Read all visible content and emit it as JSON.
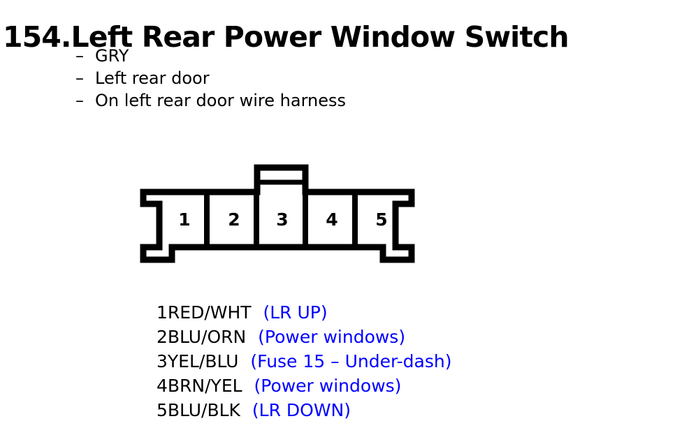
{
  "title": "154.Left Rear Power Window Switch",
  "attributes": [
    {
      "bullet": "–",
      "text": "GRY"
    },
    {
      "bullet": "–",
      "text": "Left rear door"
    },
    {
      "bullet": "–",
      "text": "On left rear door wire harness"
    }
  ],
  "connector": {
    "pin_count": 5,
    "pins": [
      "1",
      "2",
      "3",
      "4",
      "5"
    ],
    "outline_color": "#000000",
    "fill_color": "#ffffff"
  },
  "pin_assignments": [
    {
      "wire": "1RED/WHT",
      "note": "(LR UP)"
    },
    {
      "wire": "2BLU/ORN",
      "note": "(Power windows)"
    },
    {
      "wire": "3YEL/BLU",
      "note": "(Fuse 15 – Under-dash)"
    },
    {
      "wire": "4BRN/YEL",
      "note": "(Power windows)"
    },
    {
      "wire": "5BLU/BLK",
      "note": "(LR DOWN)"
    }
  ],
  "colors": {
    "note_blue": "#0000FF",
    "text_black": "#000000",
    "background": "#FFFFFF"
  }
}
